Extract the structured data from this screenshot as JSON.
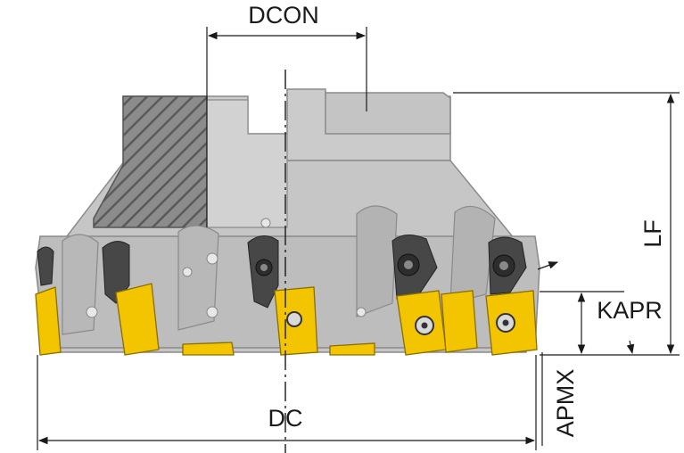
{
  "dimensions": {
    "dcon": "DCON",
    "lf": "LF",
    "kapr": "KAPR",
    "dc": "DC",
    "apmx": "APMX"
  },
  "colors": {
    "body": "#c9c9c9",
    "body_dark": "#9a9a9a",
    "body_shade": "#b5b5b5",
    "section_hatch": "#6f6f6f",
    "insert_yellow": "#f2c500",
    "insert_edge": "#8a6d00",
    "screw": "#3a3a3a",
    "clamp": "#4a4a4a",
    "line": "#1a1a1a"
  }
}
